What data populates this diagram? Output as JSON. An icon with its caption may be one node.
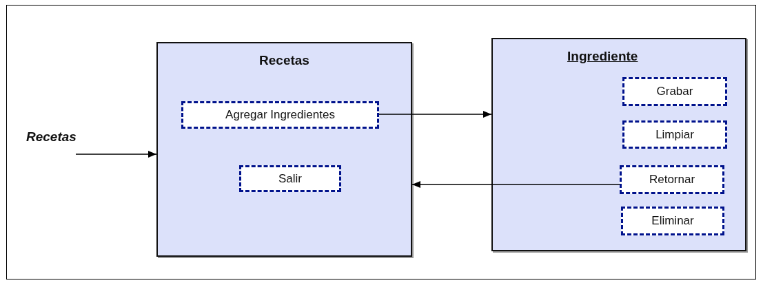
{
  "diagram": {
    "nodes": [
      {
        "text": [
          "Recetas"
        ]
      },
      {
        "text": [
          "Agregar Ingredientes"
        ],
        "in": 0
      },
      {
        "text": [
          "Salir"
        ],
        "in": 0
      },
      {
        "text": [
          "Ingrediente"
        ]
      },
      {
        "text": [
          "Grabar"
        ],
        "in": 3
      },
      {
        "text": [
          "Limpiar"
        ],
        "in": 3
      },
      {
        "text": [
          "Retornar"
        ],
        "in": 3
      },
      {
        "text": [
          "Eliminar"
        ],
        "in": 3
      }
    ],
    "edges": [
      {
        "from": null,
        "to": 0,
        "arrow": "to",
        "label": "Recetas"
      },
      {
        "from": 1,
        "to": 3,
        "arrow": "to"
      },
      {
        "from": 6,
        "to": 0,
        "arrow": "to"
      }
    ]
  }
}
